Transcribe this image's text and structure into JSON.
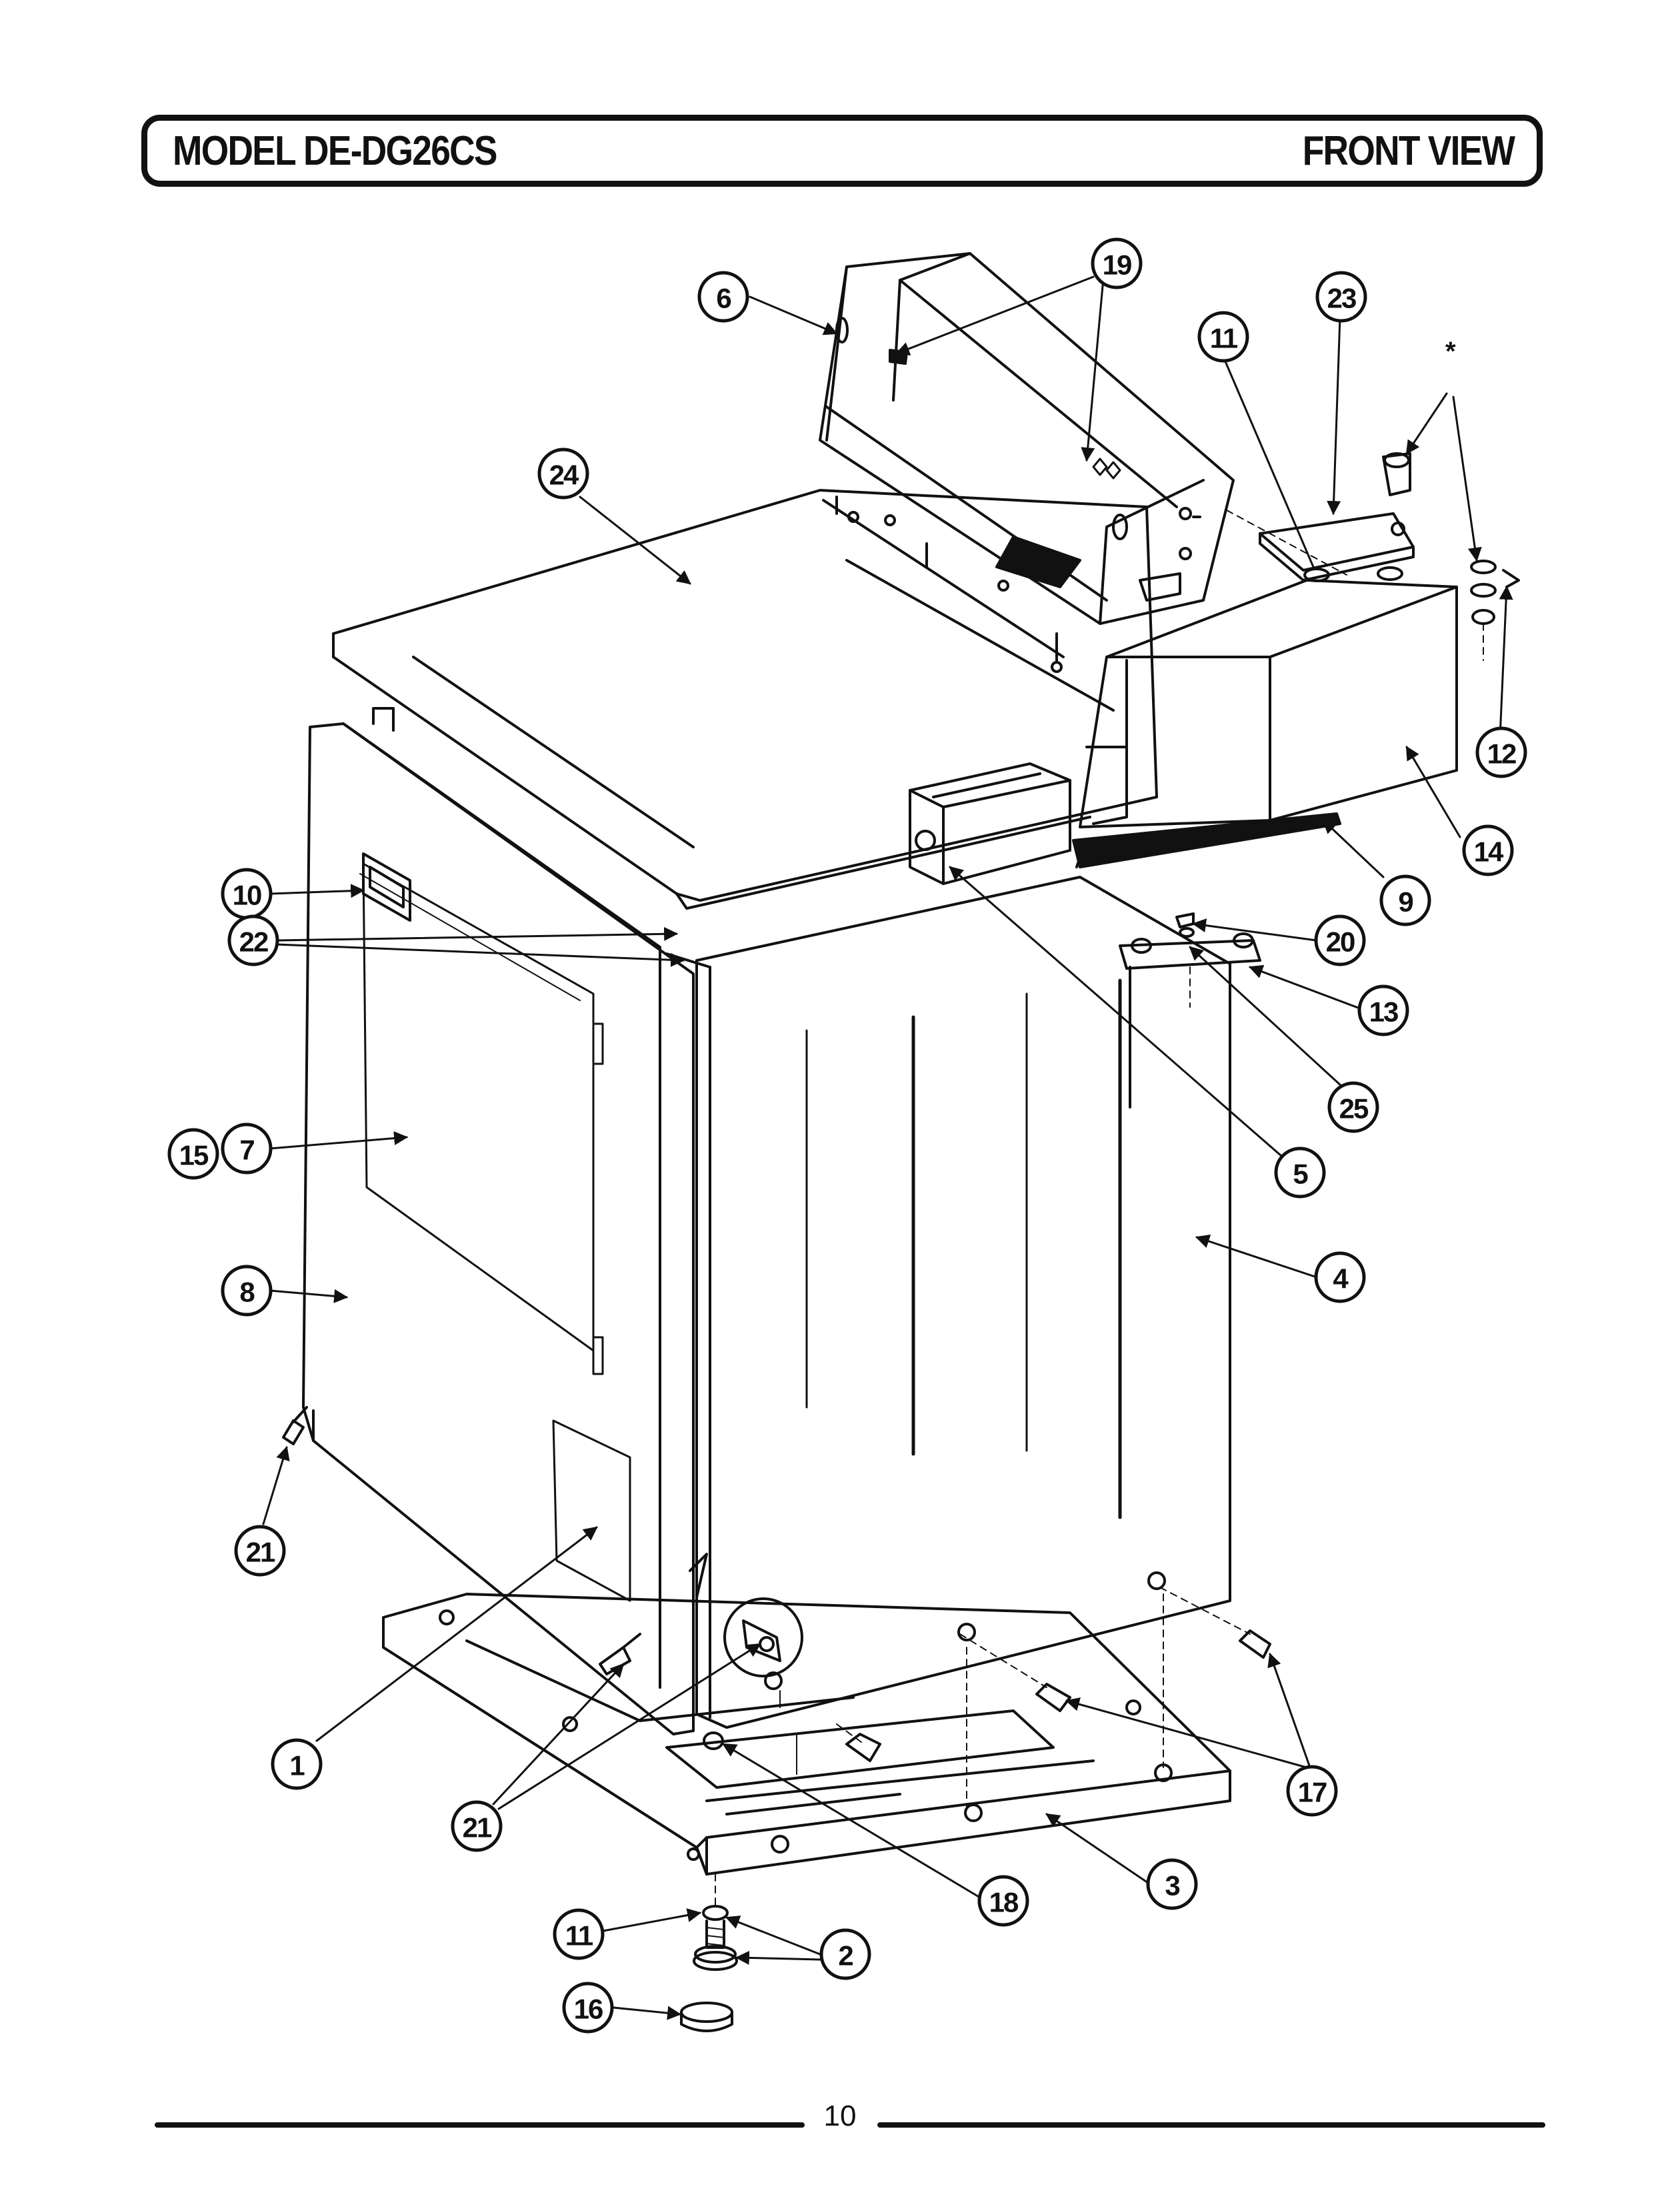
{
  "header": {
    "title": "MODEL DE-DG26CS",
    "view": "FRONT VIEW"
  },
  "footer": {
    "page_number": "10"
  },
  "diagram": {
    "note_symbol": "*",
    "callouts": [
      {
        "id": "c19",
        "label": "19"
      },
      {
        "id": "c6",
        "label": "6"
      },
      {
        "id": "c23",
        "label": "23"
      },
      {
        "id": "c11a",
        "label": "11"
      },
      {
        "id": "c24",
        "label": "24"
      },
      {
        "id": "c12",
        "label": "12"
      },
      {
        "id": "c14",
        "label": "14"
      },
      {
        "id": "c9",
        "label": "9"
      },
      {
        "id": "c10",
        "label": "10"
      },
      {
        "id": "c20",
        "label": "20"
      },
      {
        "id": "c22",
        "label": "22"
      },
      {
        "id": "c13",
        "label": "13"
      },
      {
        "id": "c25",
        "label": "25"
      },
      {
        "id": "c15",
        "label": "15"
      },
      {
        "id": "c7",
        "label": "7"
      },
      {
        "id": "c5",
        "label": "5"
      },
      {
        "id": "c8",
        "label": "8"
      },
      {
        "id": "c4",
        "label": "4"
      },
      {
        "id": "c21a",
        "label": "21"
      },
      {
        "id": "c1",
        "label": "1"
      },
      {
        "id": "c17",
        "label": "17"
      },
      {
        "id": "c21b",
        "label": "21"
      },
      {
        "id": "c3",
        "label": "3"
      },
      {
        "id": "c18",
        "label": "18"
      },
      {
        "id": "c11b",
        "label": "11"
      },
      {
        "id": "c2",
        "label": "2"
      },
      {
        "id": "c16",
        "label": "16"
      }
    ]
  }
}
